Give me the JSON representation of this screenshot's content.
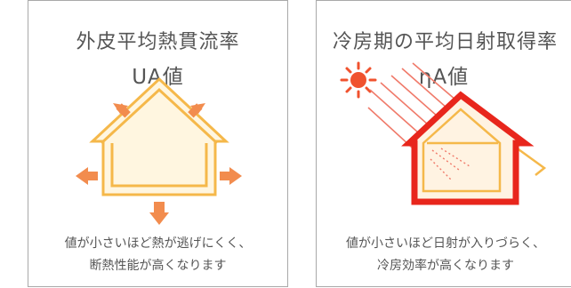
{
  "ua_card": {
    "title": "外皮平均熱貫流率",
    "subtitle": "UA値",
    "description_line1": "値が小さいほど熱が逃げにくく、",
    "description_line2": "断熱性能が高くなります"
  },
  "eta_card": {
    "title": "冷房期の平均日射取得率",
    "subtitle": "ηA値",
    "description_line1": "値が小さいほど日射が入りづらく、",
    "description_line2": "冷房効率が高くなります"
  },
  "colors": {
    "house_orange": "#f5a623",
    "house_fill": "#fff3d6",
    "arrow_orange": "#f08a4a",
    "frame_red": "#e8261c",
    "sun_red": "#f0522e",
    "border": "#a9a9a9"
  },
  "icons": [
    "house-heat-loss-icon",
    "house-solar-gain-icon",
    "sun-icon"
  ]
}
